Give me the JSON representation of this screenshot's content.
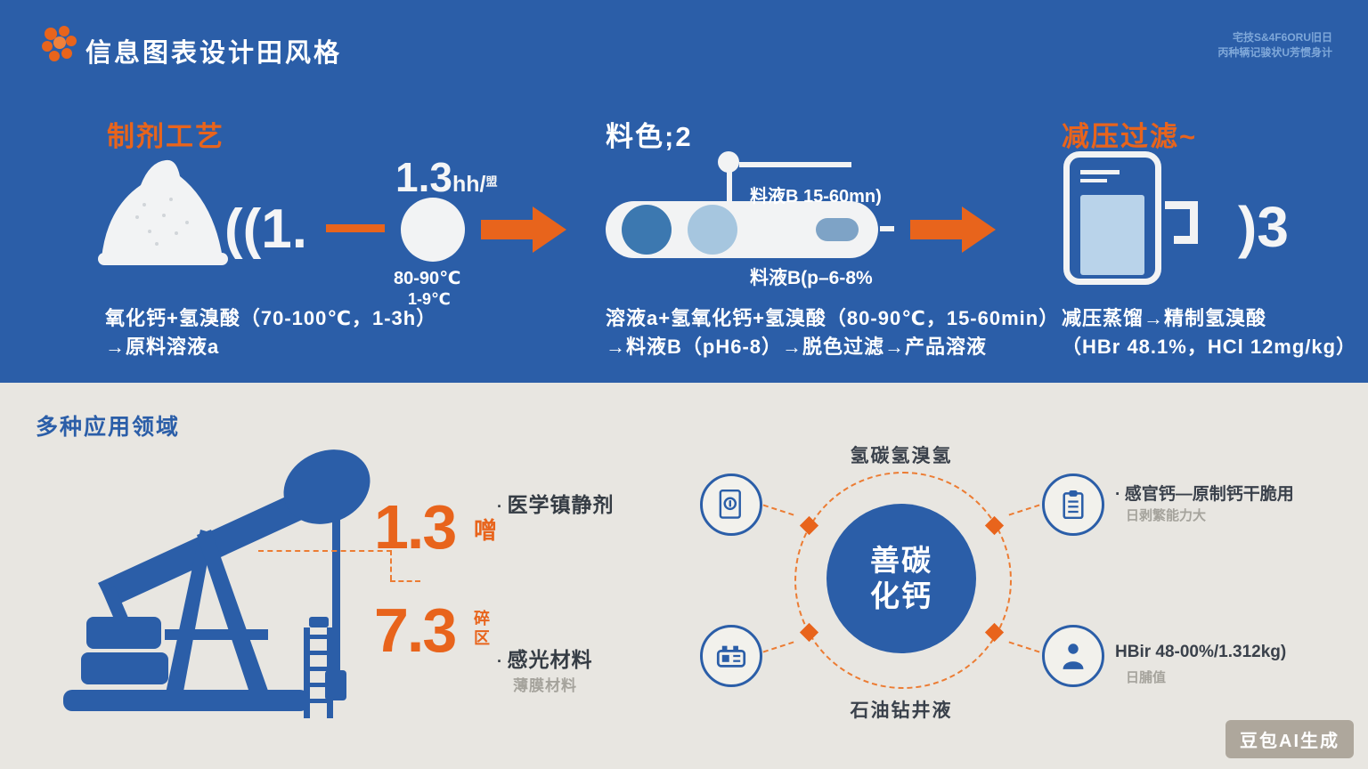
{
  "colors": {
    "blue": "#2b5ea8",
    "orange": "#e8641c",
    "panel_gray": "#e8e6e1",
    "dark_text": "#353c44",
    "gray_text": "#a5a39c",
    "light_blue": "#b9d3ea"
  },
  "header": {
    "title": "信息图表设计田风格",
    "corner_note_line1": "宅技S&4F6ORU旧日",
    "corner_note_line2": "丙种辆记骏状U芳惯身计"
  },
  "process": {
    "step1": {
      "heading": "制剂工艺",
      "paren_text": "((1.",
      "value": "1.3",
      "value_unit": "hh/",
      "value_sup": "盟",
      "temp_line1": "80-90℃",
      "temp_line2": "1-9℃",
      "caption_line1": "氧化钙+氢溴酸（70-100℃，1-3h）",
      "caption_line2": "→原料溶液a"
    },
    "step2": {
      "heading": "料色;2",
      "label_top": "料液B 15-60mn)",
      "label_bottom": "料液B(p–6-8%",
      "caption_line1": "溶液a+氢氧化钙+氢溴酸（80-90℃，15-60min）",
      "caption_line2": "→料液B（pH6-8）→脱色过滤→产品溶液"
    },
    "step3": {
      "heading": "减压过滤~",
      "bracket_text": ")3",
      "caption_line1": "减压蒸馏→精制氢溴酸",
      "caption_line2": "（HBr 48.1%，HCl 12mg/kg）"
    }
  },
  "applications": {
    "heading": "多种应用领域",
    "stats": [
      {
        "value": "1.3",
        "suffix": "噌"
      },
      {
        "value": "7.3",
        "suffix_line1": "碎",
        "suffix_line2": "区"
      }
    ],
    "bullets": [
      {
        "dot": "·",
        "label": "医学镇静剂"
      },
      {
        "dot": "·",
        "label": "感光材料",
        "sub": "薄膜材料"
      }
    ],
    "hub": {
      "center_line1": "善碳",
      "center_line2": "化钙",
      "top_label": "氢碳氢溴氢",
      "bottom_label": "石油钻井液",
      "right_top": {
        "dot": "·",
        "label": "感官钙—原制钙干脆用",
        "sub": "日剥繁能力大"
      },
      "right_bottom": {
        "label": "HBir 48-00%/1.312kg)",
        "sub": "日脯值"
      }
    }
  },
  "footer": {
    "ai_badge": "豆包AI生成"
  }
}
